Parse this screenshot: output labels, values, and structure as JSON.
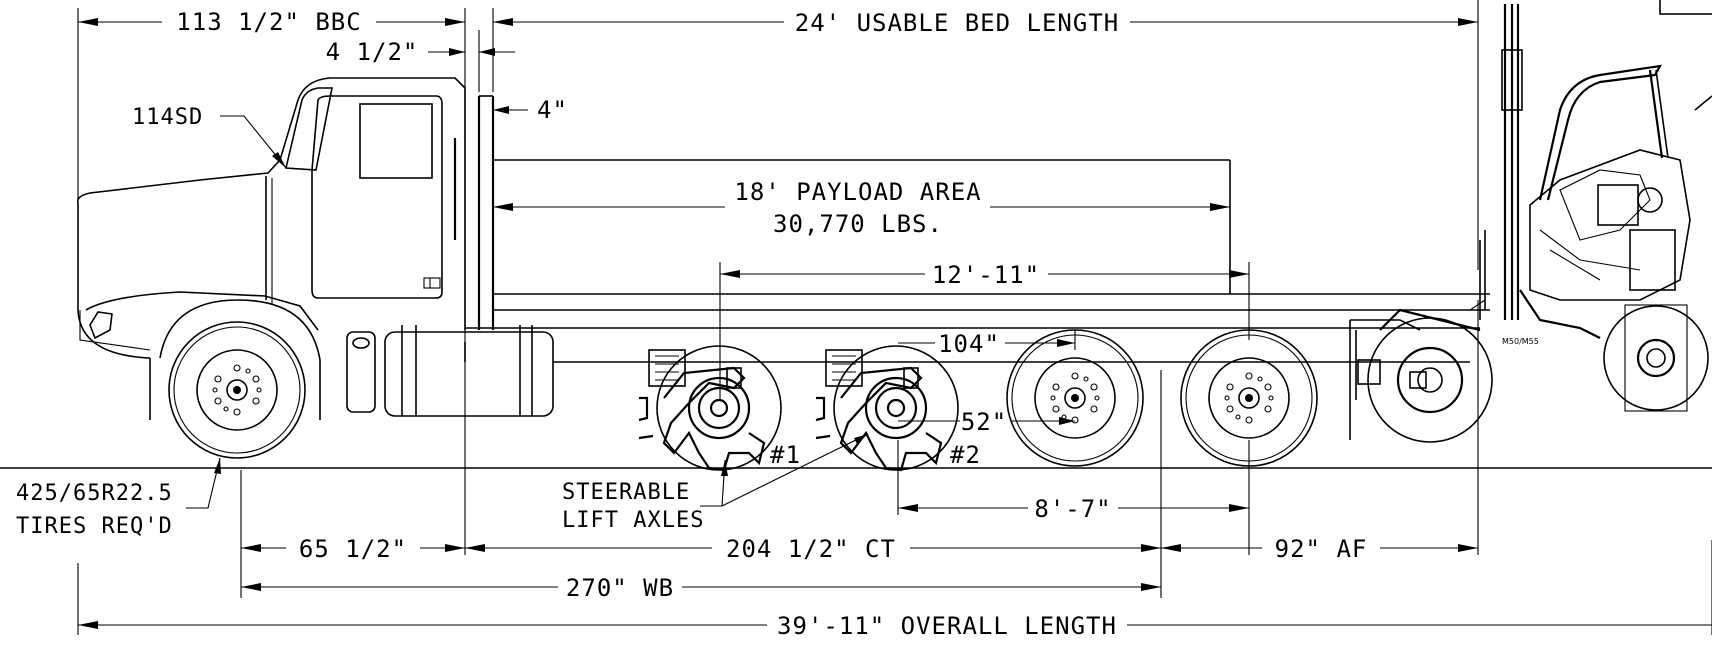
{
  "dimensions": {
    "bbc": "113 1/2\" BBC",
    "gap": "4 1/2\"",
    "headboard": "4\"",
    "usable_bed": "24' USABLE BED LENGTH",
    "payload_area": "18' PAYLOAD AREA",
    "payload_weight": "30,770 LBS.",
    "axle_span_12": "12'-11\"",
    "spacing_104": "104\"",
    "spacing_52": "52\"",
    "spacing_8_7": "8'-7\"",
    "front_overhang": "65 1/2\"",
    "ct": "204 1/2\" CT",
    "af": "92\" AF",
    "wb": "270\" WB",
    "overall": "39'-11\" OVERALL LENGTH"
  },
  "labels": {
    "cab_model": "114SD",
    "tires_line1": "425/65R22.5",
    "tires_line2": "TIRES REQ'D",
    "lift_line1": "STEERABLE",
    "lift_line2": "LIFT AXLES",
    "axle_1": "#1",
    "axle_2": "#2"
  }
}
